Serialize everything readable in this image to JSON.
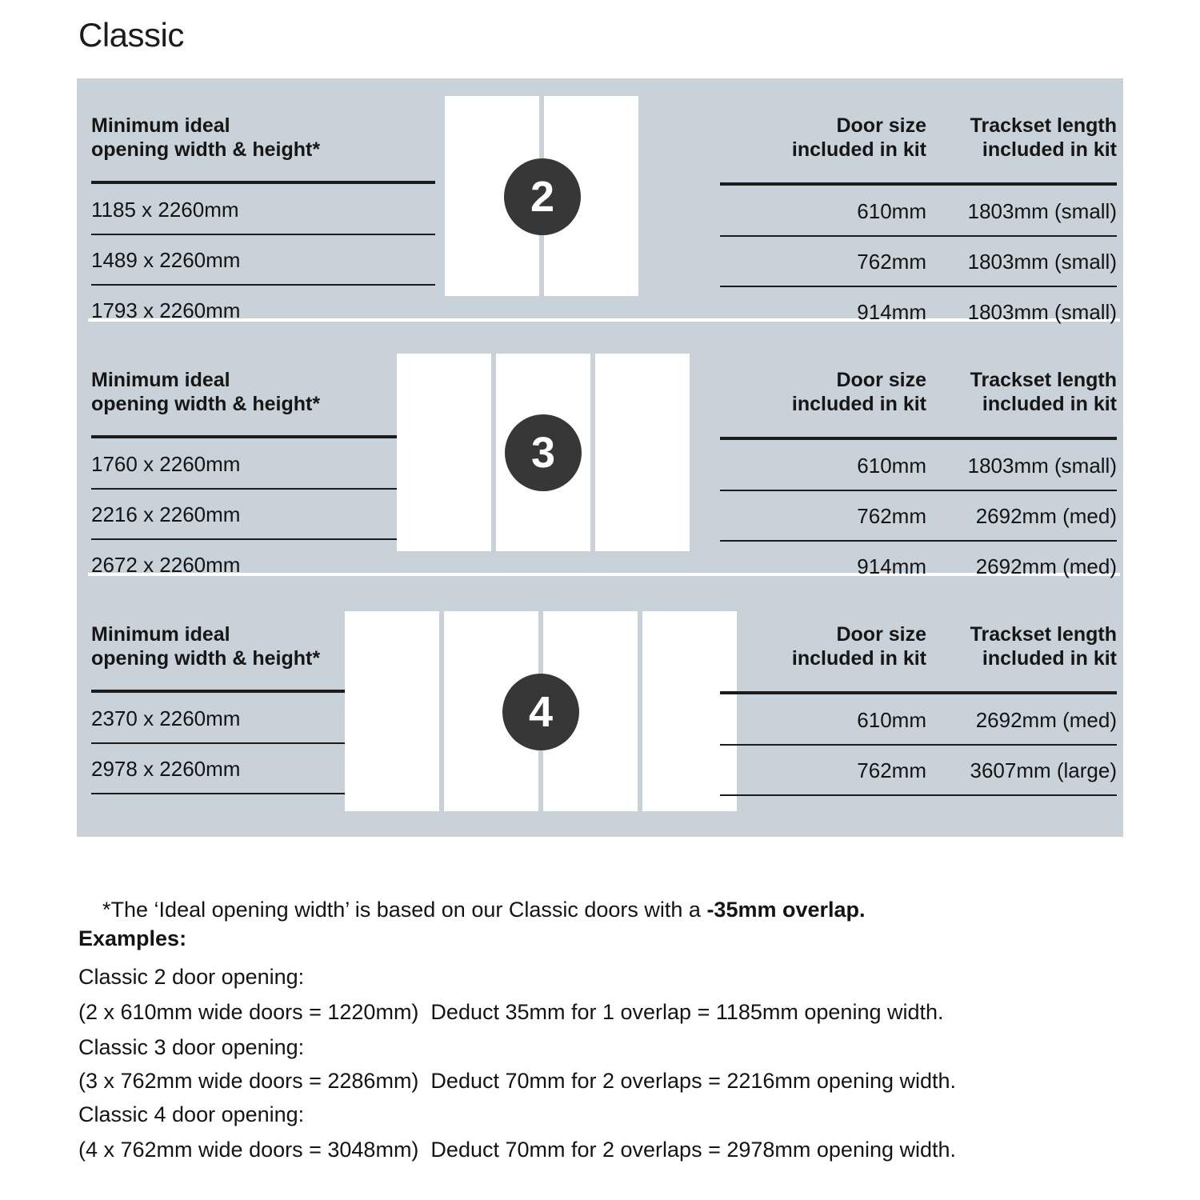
{
  "title": "Classic",
  "colors": {
    "panel_bg": "#c9d1d9",
    "badge_bg": "#373737",
    "door_fill": "#ffffff",
    "rule": "#1c1c1c",
    "text": "#141414"
  },
  "headers": {
    "left": "Minimum ideal\nopening width & height*",
    "door_size": "Door size\nincluded in kit",
    "trackset": "Trackset length\nincluded in kit"
  },
  "sections": [
    {
      "badge": "2",
      "door_count": 2,
      "rows": [
        {
          "opening": "1185 x 2260mm",
          "door_size": "610mm",
          "trackset": "1803mm (small)"
        },
        {
          "opening": "1489 x 2260mm",
          "door_size": "762mm",
          "trackset": "1803mm (small)"
        },
        {
          "opening": "1793 x 2260mm",
          "door_size": "914mm",
          "trackset": "1803mm (small)"
        }
      ]
    },
    {
      "badge": "3",
      "door_count": 3,
      "rows": [
        {
          "opening": "1760 x 2260mm",
          "door_size": "610mm",
          "trackset": "1803mm (small)"
        },
        {
          "opening": "2216 x 2260mm",
          "door_size": "762mm",
          "trackset": "2692mm (med)"
        },
        {
          "opening": "2672 x 2260mm",
          "door_size": "914mm",
          "trackset": "2692mm (med)"
        }
      ]
    },
    {
      "badge": "4",
      "door_count": 4,
      "rows": [
        {
          "opening": "2370 x 2260mm",
          "door_size": "610mm",
          "trackset": "2692mm (med)"
        },
        {
          "opening": "2978 x 2260mm",
          "door_size": "762mm",
          "trackset": "3607mm (large)"
        }
      ]
    }
  ],
  "footnotes": {
    "asterisk_plain": "*The ‘Ideal opening width’ is based on our Classic doors with a ",
    "asterisk_bold": "-35mm overlap.",
    "examples_label": "Examples:",
    "lines": [
      "Classic 2 door opening:",
      "(2 x 610mm wide doors = 1220mm)  Deduct 35mm for 1 overlap = 1185mm opening width.",
      "Classic 3 door opening:",
      "(3 x 762mm wide doors = 2286mm)  Deduct 70mm for 2 overlaps = 2216mm opening width.",
      "Classic 4 door opening:",
      "(4 x 762mm wide doors = 3048mm)  Deduct 70mm for 2 overlaps = 2978mm opening width."
    ]
  }
}
